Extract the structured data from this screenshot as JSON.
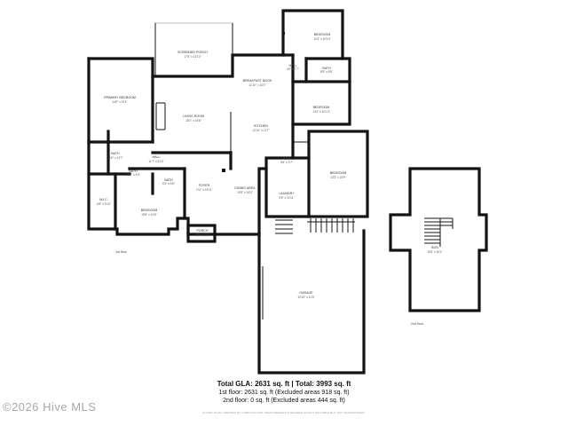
{
  "rooms": {
    "screened_porch": {
      "name": "SCREENED PORCH",
      "dims": "17'5\" x 12'10\""
    },
    "bedroom_top": {
      "name": "BEDROOM",
      "dims": "12'4\" x 10'10\""
    },
    "hall_top": {
      "name": "HALL",
      "dims": "4'0\" x 7'7\""
    },
    "bath_small": {
      "name": "BATH",
      "dims": "8'9\" x 5'8\""
    },
    "breakfast_nook": {
      "name": "BREAKFAST NOOK",
      "dims": "11'10\" x 10'0\""
    },
    "primary_bedroom": {
      "name": "PRIMARY BEDROOM",
      "dims": "14'9\" x 19'1\""
    },
    "bedroom_right": {
      "name": "BEDROOM",
      "dims": "13'4\" x 10'10\""
    },
    "living_room": {
      "name": "LIVING ROOM",
      "dims": "18'1\" x 16'6\""
    },
    "kitchen": {
      "name": "KITCHEN",
      "dims": "12'10\" x 11'7\""
    },
    "bath_primary": {
      "name": "BATH",
      "dims": "11'6\" x 12'7\""
    },
    "hall_mid": {
      "name": "HALL",
      "dims": "11'7\" x 5'10\""
    },
    "hall_right": {
      "name": "HALL",
      "dims": "5'6\" x 3'7\""
    },
    "bedroom_east": {
      "name": "BEDROOM",
      "dims": "13'3\" x 15'9\""
    },
    "bath_hall": {
      "name": "BATH",
      "dims": "10'1\" x 4'9\""
    },
    "bath_west": {
      "name": "BATH",
      "dims": "9'4\" x 6'6\""
    },
    "foyer": {
      "name": "FOYER",
      "dims": "7'11\" x 14'11\""
    },
    "dining_area": {
      "name": "DINING AREA",
      "dims": "10'9\" x 16'4\""
    },
    "wic": {
      "name": "W.I.C.",
      "dims": "6'8\" x 9'10\""
    },
    "bedroom_sw": {
      "name": "BEDROOM",
      "dims": "15'8\" x 10'6\""
    },
    "laundry": {
      "name": "LAUNDRY",
      "dims": "9'6\" x 10'11\""
    },
    "porch": {
      "name": "PORCH",
      "dims": "7'0\" x 5'10\""
    },
    "garage": {
      "name": "GARAGE",
      "dims": "19'10\" x 31'5\""
    },
    "attic": {
      "name": "BON",
      "dims": "19'5\" x 30'1\""
    }
  },
  "floor_labels": {
    "first": "1st floor",
    "second": "2nd floor"
  },
  "summary": {
    "gla": "Total GLA: 2631 sq. ft | Total: 3993 sq. ft",
    "first_floor": "1st floor: 2631 sq. ft (Excluded areas 918 sq. ft)",
    "second_floor": "2nd floor: 0 sq. ft (Excluded areas 444 sq. ft)",
    "footnote": "FLOOR PLAN CREATED BY CUBICASA APP. MEASUREMENTS DEEMED HIGHLY RELIABLE BUT NOT GUARANTEED."
  },
  "watermark": "©2026 Hive MLS"
}
